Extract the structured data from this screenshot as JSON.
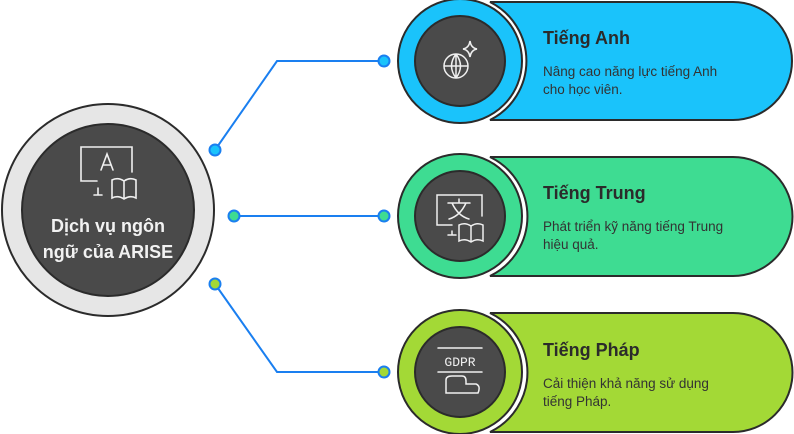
{
  "center": {
    "title_line1": "Dịch vụ ngôn",
    "title_line2": "ngữ của ARISE",
    "icon": "language-learning-icon"
  },
  "items": [
    {
      "title": "Tiếng Anh",
      "desc_line1": "Nâng cao năng lực tiếng Anh",
      "desc_line2": "cho học viên.",
      "icon": "globe-sparkle-icon",
      "color": "#1AC3FB"
    },
    {
      "title": "Tiếng Trung",
      "desc_line1": "Phát triển kỹ năng tiếng Trung",
      "desc_line2": "hiệu quả.",
      "icon": "chinese-character-book-icon",
      "color": "#3EDC92"
    },
    {
      "title": "Tiếng Pháp",
      "desc_line1": "Cải thiện khả năng sử dụng",
      "desc_line2": "tiếng Pháp.",
      "icon": "gdpr-hand-icon",
      "color": "#A3D936"
    }
  ],
  "line_color": "#1A7FF0"
}
